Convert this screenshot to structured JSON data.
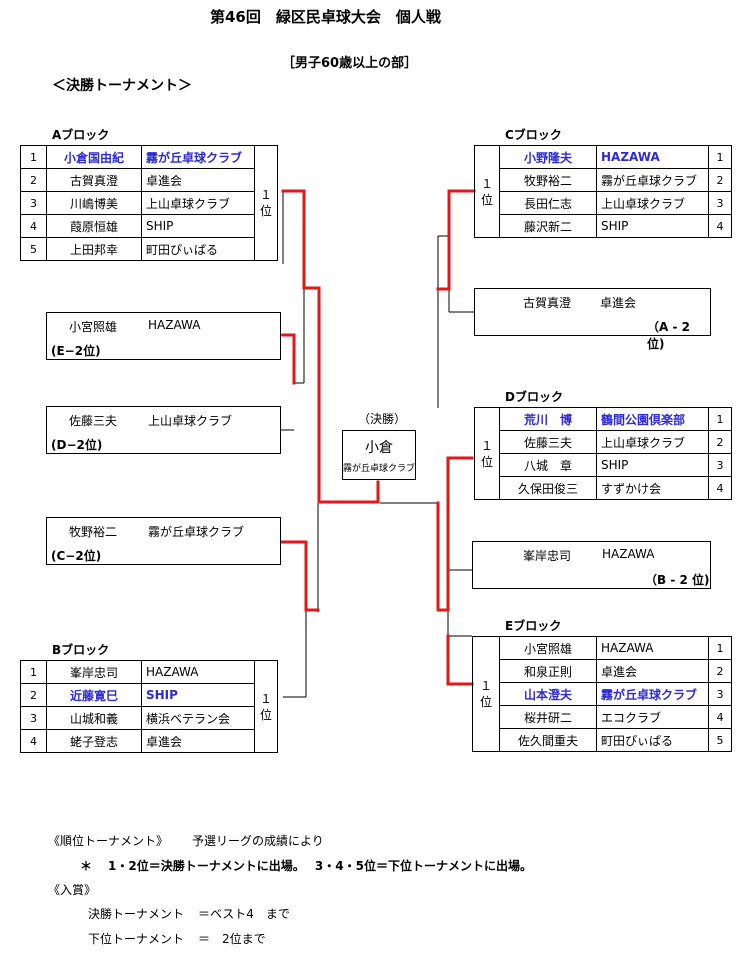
{
  "page": {
    "title": "第46回　緑区民卓球大会　個人戦",
    "division": "［男子60歳以上の部］",
    "heading": "＜決勝トーナメント＞"
  },
  "blocks": {
    "A": {
      "label": "Aブロック",
      "side": [
        "１",
        "位"
      ],
      "rows": [
        {
          "rank": "1",
          "name": "小倉国由紀",
          "club": "霧が丘卓球クラブ",
          "highlight": true
        },
        {
          "rank": "2",
          "name": "古賀真澄",
          "club": "卓進会",
          "highlight": false
        },
        {
          "rank": "3",
          "name": "川嶋博美",
          "club": "上山卓球クラブ",
          "highlight": false
        },
        {
          "rank": "4",
          "name": "葭原恒雄",
          "club": "SHIP",
          "highlight": false
        },
        {
          "rank": "5",
          "name": "上田邦幸",
          "club": "町田ぴぃぱる",
          "highlight": false
        }
      ]
    },
    "B": {
      "label": "Bブロック",
      "side": [
        "１",
        "位"
      ],
      "rows": [
        {
          "rank": "1",
          "name": "峯岸忠司",
          "club": "HAZAWA",
          "highlight": false
        },
        {
          "rank": "2",
          "name": "近藤寛巳",
          "club": "SHIP",
          "highlight": true
        },
        {
          "rank": "3",
          "name": "山城和義",
          "club": "横浜ベテラン会",
          "highlight": false
        },
        {
          "rank": "4",
          "name": "蛯子登志",
          "club": "卓進会",
          "highlight": false
        }
      ]
    },
    "C": {
      "label": "Cブロック",
      "side": [
        "１",
        "位"
      ],
      "rows": [
        {
          "rank": "1",
          "name": "小野隆夫",
          "club": "HAZAWA",
          "highlight": true
        },
        {
          "rank": "2",
          "name": "牧野裕二",
          "club": "霧が丘卓球クラブ",
          "highlight": false
        },
        {
          "rank": "3",
          "name": "長田仁志",
          "club": "上山卓球クラブ",
          "highlight": false
        },
        {
          "rank": "4",
          "name": "藤沢新二",
          "club": "SHIP",
          "highlight": false
        }
      ]
    },
    "D": {
      "label": "Dブロック",
      "side": [
        "１",
        "位"
      ],
      "rows": [
        {
          "rank": "1",
          "name": "荒川　博",
          "club": "鶴間公園倶楽部",
          "highlight": true
        },
        {
          "rank": "2",
          "name": "佐藤三夫",
          "club": "上山卓球クラブ",
          "highlight": false
        },
        {
          "rank": "3",
          "name": "八城　章",
          "club": "SHIP",
          "highlight": false
        },
        {
          "rank": "4",
          "name": "久保田俊三",
          "club": "すずかけ会",
          "highlight": false
        }
      ]
    },
    "E": {
      "label": "Eブロック",
      "side": [
        "１",
        "位"
      ],
      "rows": [
        {
          "rank": "1",
          "name": "小宮照雄",
          "club": "HAZAWA",
          "highlight": false
        },
        {
          "rank": "2",
          "name": "和泉正則",
          "club": "卓進会",
          "highlight": false
        },
        {
          "rank": "3",
          "name": "山本澄夫",
          "club": "霧が丘卓球クラブ",
          "highlight": true
        },
        {
          "rank": "4",
          "name": "桜井研二",
          "club": "エコクラブ",
          "highlight": false
        },
        {
          "rank": "5",
          "name": "佐久間重夫",
          "club": "町田ぴぃぱる",
          "highlight": false
        }
      ]
    }
  },
  "seeds": {
    "e2": {
      "name": "小宮照雄",
      "club": "HAZAWA",
      "note": "(E−2位)"
    },
    "d2": {
      "name": "佐藤三夫",
      "club": "上山卓球クラブ",
      "note": "(D−2位)"
    },
    "c2": {
      "name": "牧野裕二",
      "club": "霧が丘卓球クラブ",
      "note": "(C−2位)"
    },
    "a2": {
      "name": "古賀真澄",
      "club": "卓進会",
      "note": "（A - 2 位)"
    },
    "b2": {
      "name": "峯岸忠司",
      "club": "HAZAWA",
      "note": "（B - 2 位)"
    }
  },
  "final": {
    "label": "（決勝）",
    "winner_name": "小倉",
    "winner_club": "霧が丘卓球クラブ"
  },
  "footer": {
    "line1_head": "《順位トーナメント》",
    "line1_text": "予選リーグの成績により",
    "line2_mark": "＊",
    "line2_text": "1・2位＝決勝トーナメントに出場。　 3・4・5位＝下位トーナメントに出場。",
    "line3_head": "《入賞》",
    "line4_label": "決勝トーナメント",
    "line4_value": "＝ベスト4　まで",
    "line5_label": "下位トーナメント",
    "line5_value": "＝　2位まで"
  },
  "colors": {
    "highlight": "#2b2bd9",
    "bracket_win": "#e01818",
    "bracket_line": "#000000"
  }
}
